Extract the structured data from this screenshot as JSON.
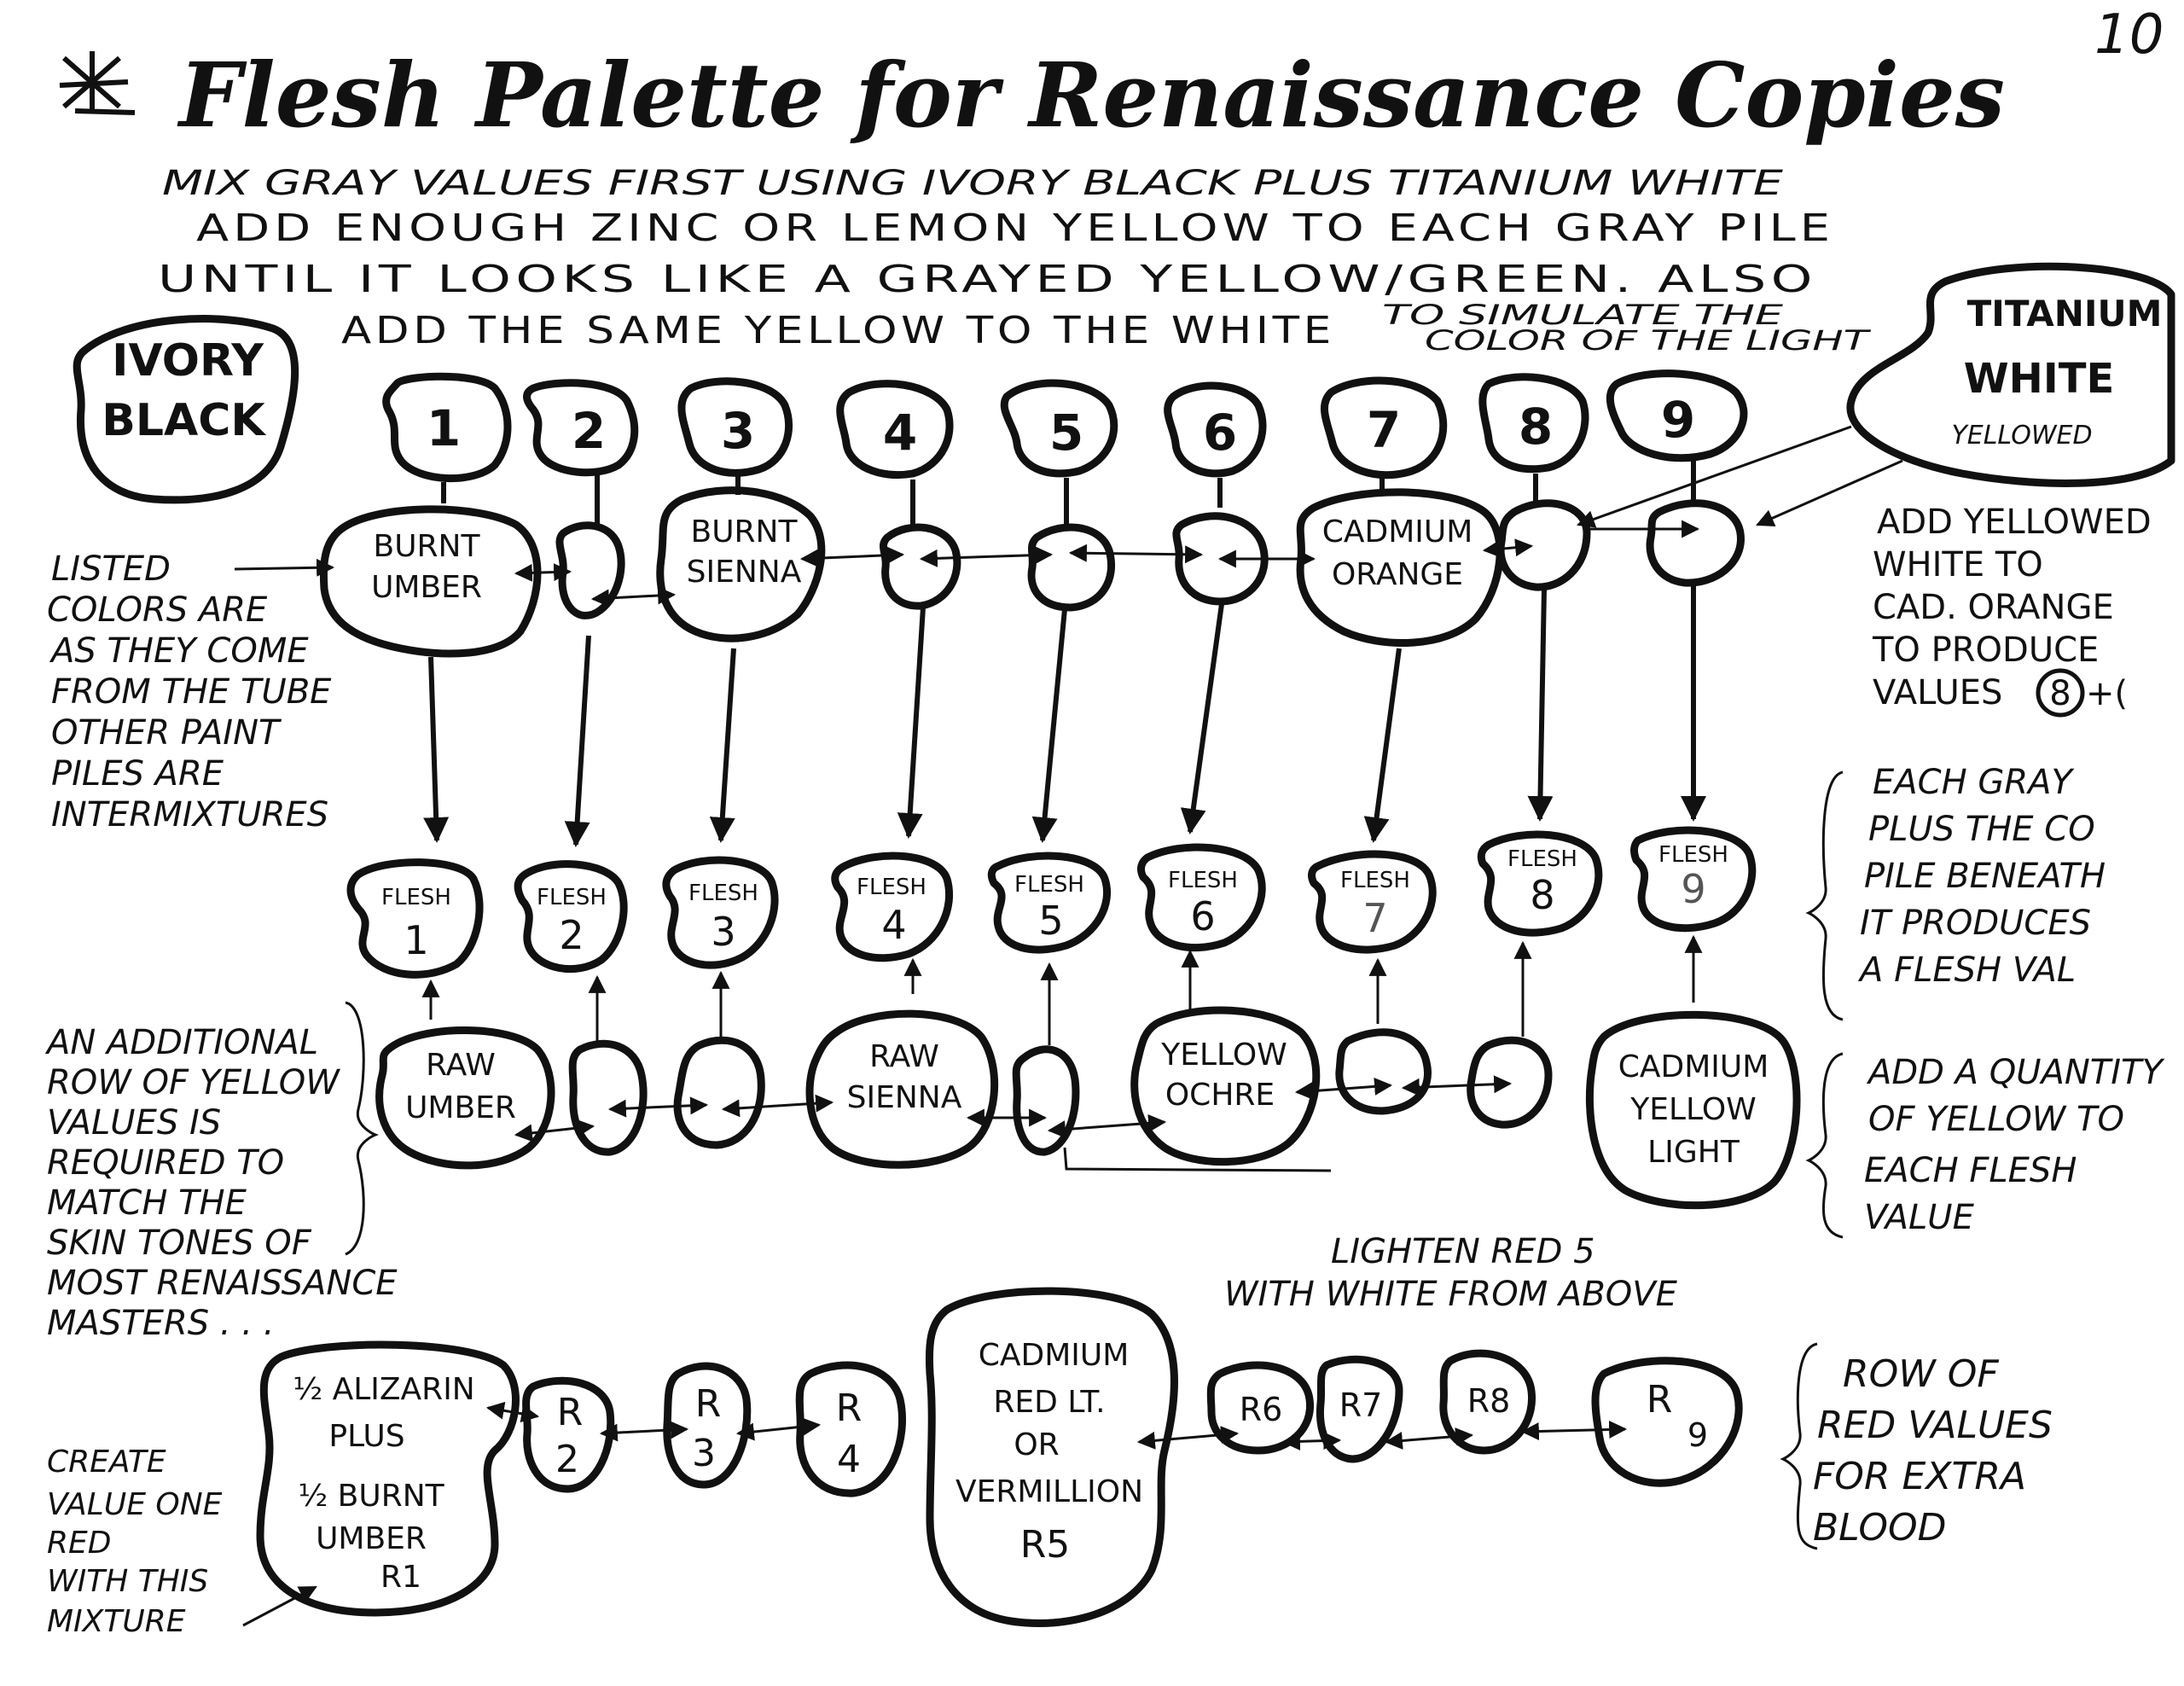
{
  "page_number": "10",
  "title": "Flesh Palette for Renaissance Copies",
  "instructions": {
    "line1": "MIX GRAY VALUES FIRST USING IVORY BLACK PLUS TITANIUM WHITE",
    "line2": "ADD ENOUGH ZINC OR LEMON YELLOW TO EACH GRAY PILE",
    "line3": "UNTIL IT LOOKS LIKE A GRAYED YELLOW/GREEN. ALSO",
    "line4": "ADD THE SAME YELLOW TO THE WHITE",
    "aside1": "TO SIMULATE THE",
    "aside2": "COLOR OF THE LIGHT"
  },
  "ivory_black": {
    "line1": "IVORY",
    "line2": "BLACK"
  },
  "titanium_white": {
    "line1": "TITANIUM",
    "line2": "WHITE",
    "note": "YELLOWED"
  },
  "gray_values": [
    "1",
    "2",
    "3",
    "4",
    "5",
    "6",
    "7",
    "8",
    "9"
  ],
  "tube_colors": {
    "burnt_umber": {
      "line1": "BURNT",
      "line2": "UMBER"
    },
    "burnt_sienna": {
      "line1": "BURNT",
      "line2": "SIENNA"
    },
    "cadmium_orange": {
      "line1": "CADMIUM",
      "line2": "ORANGE"
    }
  },
  "flesh": {
    "label": "FLESH",
    "values": [
      "1",
      "2",
      "3",
      "4",
      "5",
      "6",
      "7",
      "8",
      "9"
    ]
  },
  "yellow_row": {
    "raw_umber": {
      "line1": "RAW",
      "line2": "UMBER"
    },
    "raw_sienna": {
      "line1": "RAW",
      "line2": "SIENNA"
    },
    "yellow_ochre": {
      "line1": "YELLOW",
      "line2": "OCHRE"
    },
    "cadmium_yellow_light": {
      "line1": "CADMIUM",
      "line2": "YELLOW",
      "line3": "LIGHT"
    }
  },
  "red_row": {
    "r1": {
      "line1": "½ ALIZARIN",
      "line2": "PLUS",
      "line3": "½ BURNT",
      "line4": "UMBER",
      "line5": "R1"
    },
    "r2": {
      "line1": "R",
      "line2": "2"
    },
    "r3": {
      "line1": "R",
      "line2": "3"
    },
    "r4": {
      "line1": "R",
      "line2": "4"
    },
    "r5": {
      "line1": "CADMIUM",
      "line2": "RED LT.",
      "line3": "OR",
      "line4": "VERMILLION",
      "line5": "R5"
    },
    "r6": "R6",
    "r7": "R7",
    "r8": "R8",
    "r9": {
      "line1": "R",
      "line2": "9"
    }
  },
  "notes": {
    "listed": [
      "LISTED",
      "COLORS ARE",
      "AS THEY COME",
      "FROM THE TUBE",
      "OTHER PAINT",
      "PILES ARE",
      "INTERMIXTURES"
    ],
    "add_white": [
      "ADD YELLOWED",
      "WHITE TO",
      "CAD. ORANGE",
      "TO PRODUCE",
      "VALUES",
      "8",
      "+("
    ],
    "each_gray": [
      "EACH GRAY",
      "PLUS THE CO",
      "PILE BENEATH",
      "IT PRODUCES",
      "A FLESH VAL"
    ],
    "additional": [
      "AN ADDITIONAL",
      "ROW OF YELLOW",
      "VALUES IS",
      "REQUIRED TO",
      "MATCH THE",
      "SKIN TONES OF",
      "MOST RENAISSANCE",
      "MASTERS . . ."
    ],
    "add_quantity": [
      "ADD A QUANTITY",
      "OF YELLOW TO",
      "EACH FLESH",
      "VALUE"
    ],
    "lighten": [
      "LIGHTEN RED 5",
      "WITH WHITE FROM ABOVE"
    ],
    "row_red": [
      "ROW OF",
      "RED VALUES",
      "FOR EXTRA",
      "BLOOD"
    ],
    "create": [
      "CREATE",
      "VALUE ONE",
      "RED",
      "WITH THIS",
      "MIXTURE"
    ]
  }
}
